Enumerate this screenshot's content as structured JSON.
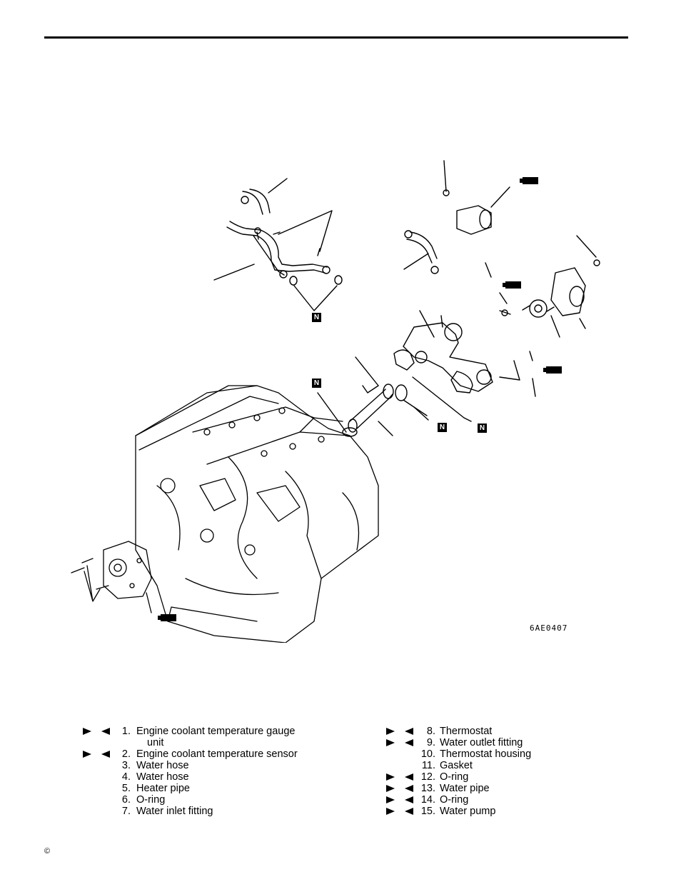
{
  "figure": {
    "code": "6AE0407",
    "new_part_mark": "N"
  },
  "legend": {
    "left": [
      {
        "num": "1.",
        "text": "Engine  coolant  temperature  gauge",
        "mark": true
      },
      {
        "num": "",
        "text": "unit",
        "mark": false
      },
      {
        "num": "2.",
        "text": "Engine  coolant  temperature  sensor",
        "mark": true
      },
      {
        "num": "3.",
        "text": "Water  hose",
        "mark": false
      },
      {
        "num": "4.",
        "text": "Water  hose",
        "mark": false
      },
      {
        "num": "5.",
        "text": "Heater  pipe",
        "mark": false
      },
      {
        "num": "6.",
        "text": "O-ring",
        "mark": false
      },
      {
        "num": "7.",
        "text": "Water  inlet  fitting",
        "mark": false
      }
    ],
    "right": [
      {
        "num": "8.",
        "text": "Thermostat",
        "mark": true
      },
      {
        "num": "9.",
        "text": "Water  outlet  fitting",
        "mark": true
      },
      {
        "num": "10.",
        "text": "Thermostat  housing",
        "mark": false
      },
      {
        "num": "11.",
        "text": "Gasket",
        "mark": false
      },
      {
        "num": "12.",
        "text": "O-ring",
        "mark": true
      },
      {
        "num": "13.",
        "text": "Water  pipe",
        "mark": true
      },
      {
        "num": "14.",
        "text": "O-ring",
        "mark": true
      },
      {
        "num": "15.",
        "text": "Water  pump",
        "mark": true
      }
    ]
  },
  "footer": {
    "copyright_symbol": "©"
  }
}
